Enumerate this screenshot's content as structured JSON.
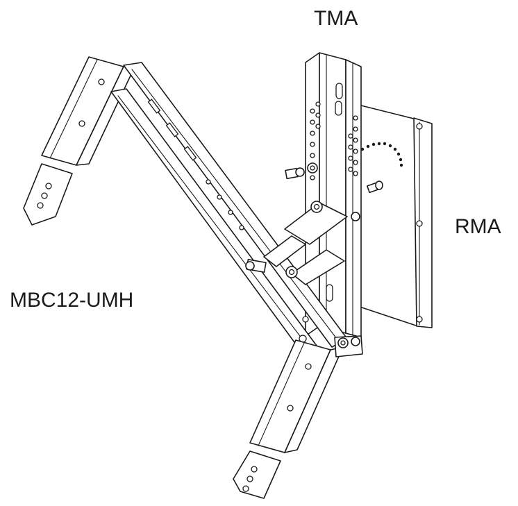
{
  "labels": {
    "tma": "TMA",
    "rma": "RMA",
    "mbc": "MBC12-UMH"
  }
}
